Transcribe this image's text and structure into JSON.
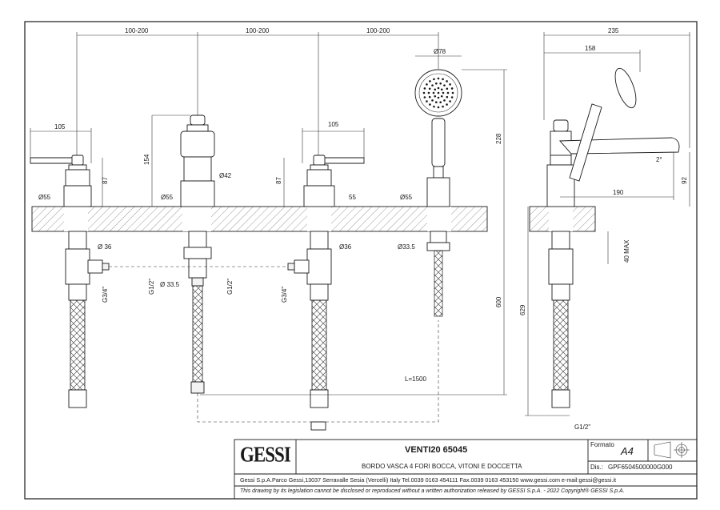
{
  "title_block": {
    "brand": "GESSI",
    "product_code": "VENTI20 65045",
    "description": "BORDO VASCA 4 FORI BOCCA, VITONI E DOCCETTA",
    "format_label": "Formato",
    "format_value": "A4",
    "dis_label": "Dis.:",
    "dis_value": "GPF6504500000G000",
    "address": "Gessi S.p.A.Parco Gessi,13037 Serravalle Sesia (Vercelli) Italy Tel.0039 0163 454111 Fax.0039 0163 453150 www.gessi.com e-mail:gessi@gessi.it",
    "legal": "This drawing by its legislation cannot be disclosed or reproduced without a written authorization released by GESSI S.p.A. - 2022 Copyright® GESSI S.p.A."
  },
  "dimensions": {
    "spacing_1": "100-200",
    "spacing_2": "100-200",
    "spacing_3": "100-200",
    "lever_left": "105",
    "lever_right": "105",
    "handle_h_left": "87",
    "handle_h_right": "87",
    "spout_h": "154",
    "spout_d": "Ø42",
    "base_d1": "Ø55",
    "base_d2": "Ø55",
    "base_d3": "55",
    "base_d4": "Ø55",
    "shower_d": "Ø78",
    "shower_h": "228",
    "body_d1": "Ø 36",
    "body_d2": "Ø36",
    "body_d3": "Ø 33.5",
    "body_d4": "Ø33.5",
    "thread_g34_1": "G3/4\"",
    "thread_g34_2": "G3/4\"",
    "thread_g12_1": "G1/2\"",
    "thread_g12_2": "G1/2\"",
    "hose_len": "L=1500",
    "len_600": "600",
    "len_629": "629",
    "side_235": "235",
    "side_158": "158",
    "side_190": "190",
    "side_92": "92",
    "side_angle": "2°",
    "side_40max": "40 MAX",
    "side_g12": "G1/2\""
  }
}
